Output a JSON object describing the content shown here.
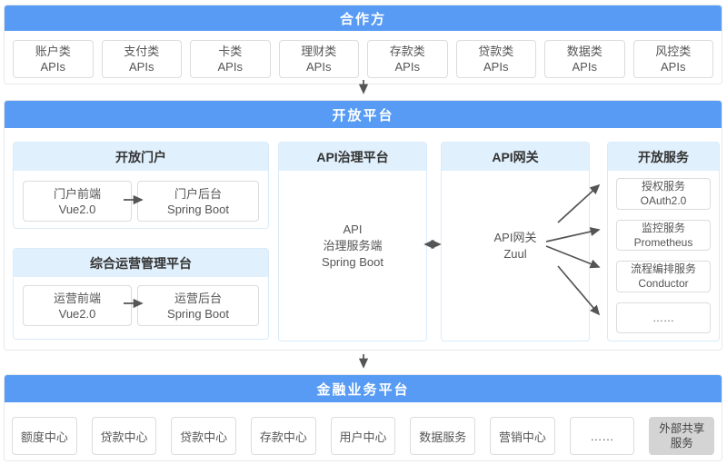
{
  "colors": {
    "header_blue": "#579BF4",
    "panel_header_bg": "#E1F0FD",
    "panel_border": "#D9EBFA",
    "box_border": "#DCDCDC",
    "gray_box_bg": "#D4D4D4",
    "arrow": "#555555"
  },
  "partners": {
    "title": "合作方",
    "apis": [
      {
        "name": "账户类",
        "sub": "APIs"
      },
      {
        "name": "支付类",
        "sub": "APIs"
      },
      {
        "name": "卡类",
        "sub": "APIs"
      },
      {
        "name": "理财类",
        "sub": "APIs"
      },
      {
        "name": "存款类",
        "sub": "APIs"
      },
      {
        "name": "贷款类",
        "sub": "APIs"
      },
      {
        "name": "数据类",
        "sub": "APIs"
      },
      {
        "name": "风控类",
        "sub": "APIs"
      }
    ]
  },
  "open_platform": {
    "title": "开放平台",
    "portal": {
      "title": "开放门户",
      "frontend": {
        "line1": "门户前端",
        "line2": "Vue2.0"
      },
      "backend": {
        "line1": "门户后台",
        "line2": "Spring Boot"
      }
    },
    "operations": {
      "title": "综合运营管理平台",
      "frontend": {
        "line1": "运营前端",
        "line2": "Vue2.0"
      },
      "backend": {
        "line1": "运营后台",
        "line2": "Spring Boot"
      }
    },
    "governance": {
      "title": "API治理平台",
      "node": {
        "line1": "API",
        "line2": "治理服务端",
        "line3": "Spring Boot"
      }
    },
    "gateway": {
      "title": "API网关",
      "node": {
        "line1": "API网关",
        "line2": "Zuul"
      }
    },
    "services": {
      "title": "开放服务",
      "items": [
        {
          "line1": "授权服务",
          "line2": "OAuth2.0"
        },
        {
          "line1": "监控服务",
          "line2": "Prometheus"
        },
        {
          "line1": "流程编排服务",
          "line2": "Conductor"
        },
        {
          "line1": "……",
          "line2": ""
        }
      ]
    }
  },
  "business": {
    "title": "金融业务平台",
    "centers": [
      "额度中心",
      "贷款中心",
      "贷款中心",
      "存款中心",
      "用户中心",
      "数据服务",
      "营销中心",
      "……"
    ],
    "external": {
      "line1": "外部共享",
      "line2": "服务"
    }
  }
}
